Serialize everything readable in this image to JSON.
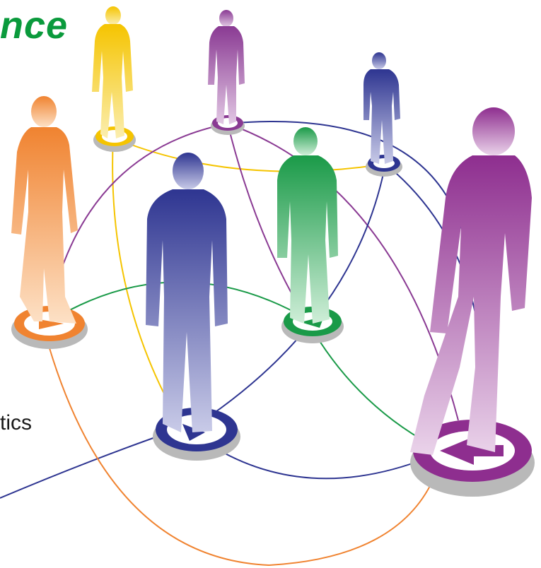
{
  "headline": {
    "text": "nce",
    "color": "#0a9a3c"
  },
  "side_text": "tics",
  "colors": {
    "orange": "#f08330",
    "yellow": "#f5c400",
    "violet": "#8a3a93",
    "navy": "#2e3591",
    "green": "#1a9a48",
    "magenta": "#8e2e8f",
    "disc_gray": "#b9b9b9"
  },
  "figures": [
    {
      "id": "orange-woman",
      "color": "orange",
      "icon": "person-icon"
    },
    {
      "id": "yellow-woman",
      "color": "yellow",
      "icon": "person-icon"
    },
    {
      "id": "violet-woman",
      "color": "violet",
      "icon": "person-icon"
    },
    {
      "id": "navy-small-man",
      "color": "navy",
      "icon": "person-icon"
    },
    {
      "id": "navy-man",
      "color": "navy",
      "icon": "person-icon"
    },
    {
      "id": "green-man",
      "color": "green",
      "icon": "person-icon"
    },
    {
      "id": "magenta-man",
      "color": "magenta",
      "icon": "person-icon"
    }
  ]
}
